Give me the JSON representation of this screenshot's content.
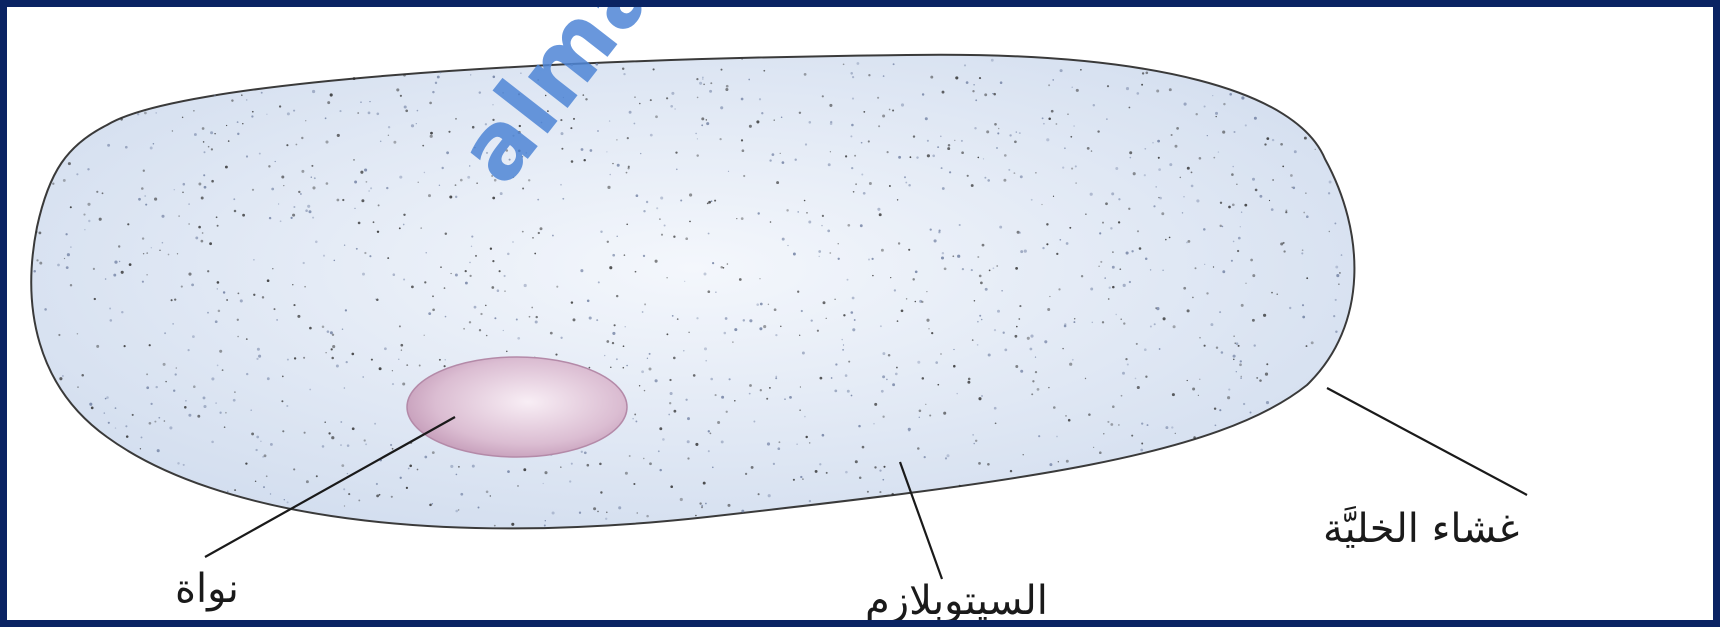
{
  "diagram": {
    "labels": {
      "nucleus": "نواة",
      "cytoplasm": "السيتوبلازم",
      "cell_membrane": "غشاء الخليَّة"
    },
    "watermark": "almanahj",
    "colors": {
      "frame": "#0a2363",
      "cell_fill": "#dde6f4",
      "cell_outline": "#3a3a3a",
      "nucleus_fill": "#d9b8cf",
      "watermark": "#4f86d6"
    }
  }
}
